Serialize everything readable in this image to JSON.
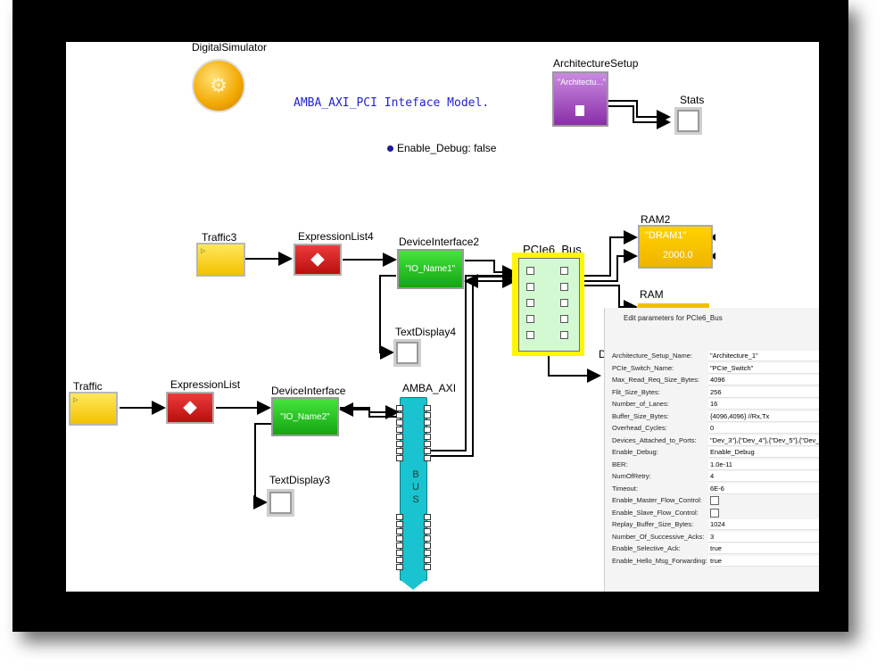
{
  "canvas": {
    "title": "AMBA_AXI_PCI Inteface Model.",
    "debug_param": "Enable_Debug: false"
  },
  "blocks": {
    "digital_simulator": "DigitalSimulator",
    "architecture_setup": {
      "label": "ArchitectureSetup",
      "value": "\"Architectu...\""
    },
    "stats": "Stats",
    "traffic3": "Traffic3",
    "expression_list4": "ExpressionList4",
    "device_interface2": {
      "label": "DeviceInterface2",
      "value": "\"IO_Name1\""
    },
    "pcie6_bus": "PCIe6_Bus",
    "ram2": {
      "label": "RAM2",
      "value1": "\"DRAM1\"",
      "value2": "2000.0"
    },
    "ram": "RAM",
    "text_display4": "TextDisplay4",
    "traffic": "Traffic",
    "expression_list": "ExpressionList",
    "device_interface": {
      "label": "DeviceInterface",
      "value": "\"IO_Name2\""
    },
    "amba_axi": {
      "label": "AMBA_AXI",
      "bus_text": "BUS"
    },
    "text_display3": "TextDisplay3",
    "partial_label": "D"
  },
  "dialog": {
    "title": "Edit parameters for PCIe6_Bus",
    "params": [
      {
        "name": "Architecture_Setup_Name:",
        "value": "\"Architecture_1\""
      },
      {
        "name": "PCIe_Switch_Name:",
        "value": "\"PCIe_Switch\""
      },
      {
        "name": "Max_Read_Req_Size_Bytes:",
        "value": "4096"
      },
      {
        "name": "Flit_Size_Bytes:",
        "value": "256"
      },
      {
        "name": "Number_of_Lanes:",
        "value": "16"
      },
      {
        "name": "Buffer_Size_Bytes:",
        "value": "{4096,4096} //Rx,Tx"
      },
      {
        "name": "Overhead_Cycles:",
        "value": "0"
      },
      {
        "name": "Devices_Attached_to_Ports:",
        "value": "\"Dev_3\"},{\"Dev_4\"},{\"Dev_5\"},{\"Dev_"
      },
      {
        "name": "Enable_Debug:",
        "value": "Enable_Debug"
      },
      {
        "name": "BER:",
        "value": "1.0e-11"
      },
      {
        "name": "NumOfRetry:",
        "value": "4"
      },
      {
        "name": "Timeout:",
        "value": "6E-6"
      },
      {
        "name": "Enable_Master_Flow_Control:",
        "value": "",
        "checkbox": true
      },
      {
        "name": "Enable_Slave_Flow_Control:",
        "value": "",
        "checkbox": true
      },
      {
        "name": "Replay_Buffer_Size_Bytes:",
        "value": "1024"
      },
      {
        "name": "Number_Of_Successive_Acks:",
        "value": "3"
      },
      {
        "name": "Enable_Selective_Ack:",
        "value": "true"
      },
      {
        "name": "Enable_Hello_Msg_Forwarding:",
        "value": "true"
      }
    ]
  }
}
